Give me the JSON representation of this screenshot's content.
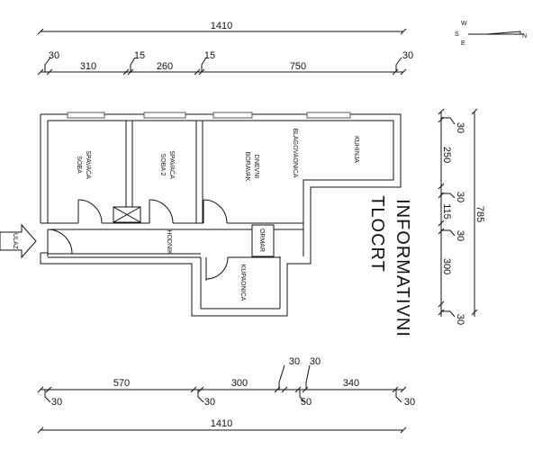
{
  "compass": {
    "labels": [
      "W",
      "E",
      "S",
      "N"
    ],
    "icon": "north-arrow-icon"
  },
  "title": {
    "line1": "INFORMATIVNI",
    "line2": "TLOCRT"
  },
  "entrance": {
    "label": "ULAZ"
  },
  "rooms": {
    "spavaca_soba": [
      "SPAVAĆA",
      "SOBA"
    ],
    "spavaca_soba_2": [
      "SPAVAĆA",
      "SOBA 2"
    ],
    "dnevni_boravak": [
      "DNEVNI",
      "BORAVAK"
    ],
    "blagovaonica": "BLAGOVAONICA",
    "kuhinja": "KUHINJA",
    "hodnik": "HODNIK",
    "ormar": "ORMAR",
    "kupaonica": "KUPAONICA"
  },
  "dims": {
    "top_total": "1410",
    "top_segments": [
      "30",
      "310",
      "15",
      "260",
      "15",
      "750",
      "30"
    ],
    "right_total": "785",
    "right_segments": [
      "30",
      "250",
      "30",
      "115",
      "30",
      "300",
      "30"
    ],
    "bottom_segments": [
      "570",
      "300",
      "30",
      "30",
      "340"
    ],
    "bottom_small": [
      "30",
      "30",
      "50",
      "30"
    ],
    "bottom_total": "1410"
  },
  "colors": {
    "line": "#111111",
    "window": "#555555"
  }
}
